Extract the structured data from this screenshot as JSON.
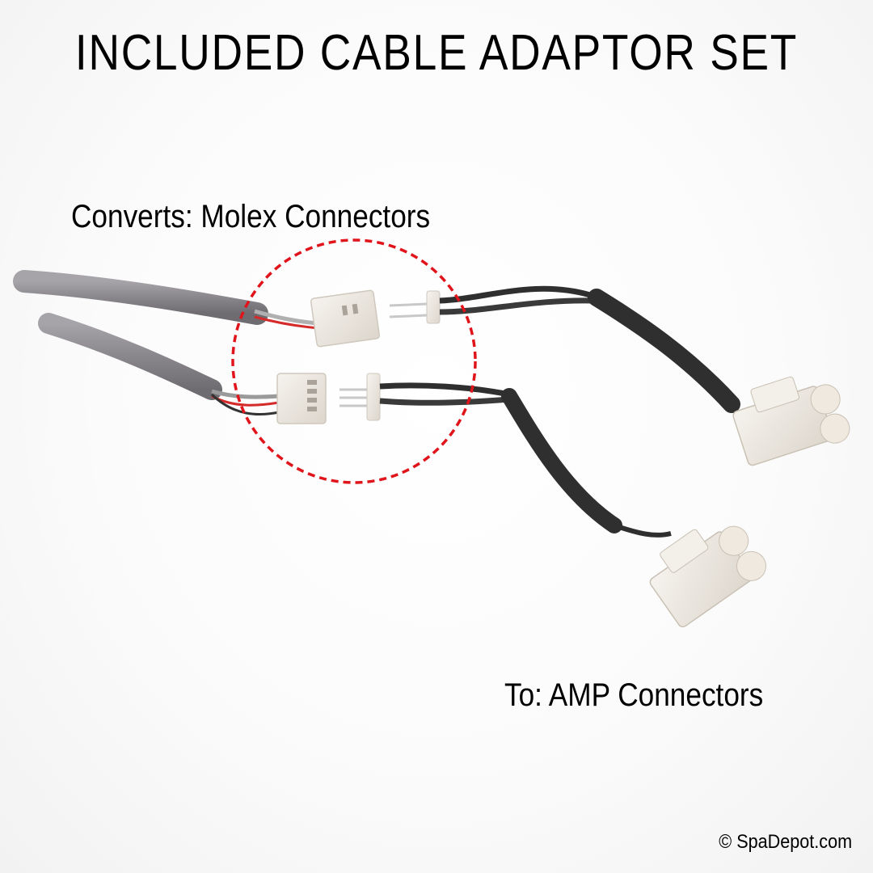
{
  "title": "INCLUDED CABLE ADAPTOR SET",
  "labels": {
    "from": "Converts: Molex Connectors",
    "to": "To: AMP Connectors"
  },
  "copyright": "© SpaDepot.com",
  "colors": {
    "background": "#ffffff",
    "highlight_circle": "#e0141b",
    "gray_cable": "#8d8a8f",
    "black_wire": "#2f2f2f",
    "connector": "#efeae3"
  }
}
